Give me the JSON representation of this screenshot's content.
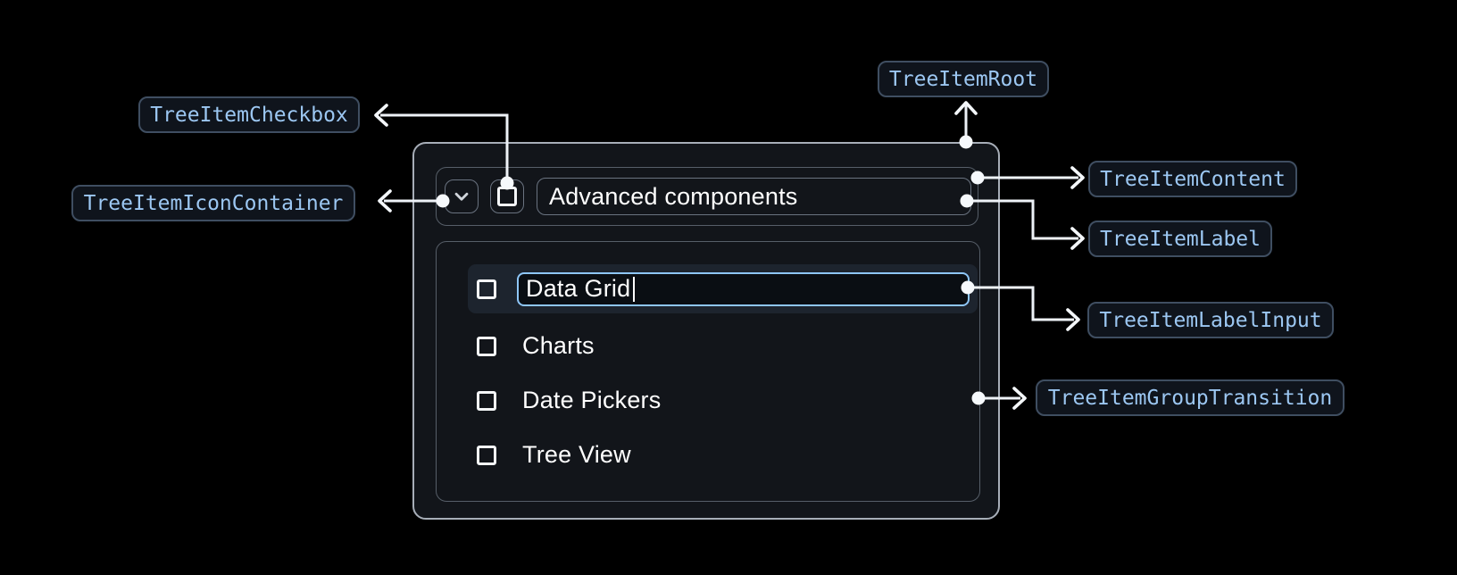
{
  "annotations": {
    "root": {
      "label": "TreeItemRoot"
    },
    "checkbox": {
      "label": "TreeItemCheckbox"
    },
    "icon_container": {
      "label": "TreeItemIconContainer"
    },
    "content": {
      "label": "TreeItemContent"
    },
    "label": {
      "label": "TreeItemLabel"
    },
    "label_input": {
      "label": "TreeItemLabelInput"
    },
    "group_transition": {
      "label": "TreeItemGroupTransition"
    }
  },
  "tree": {
    "header": {
      "label": "Advanced components",
      "expanded": true,
      "checkbox_checked": false,
      "expand_icon": "chevron-down-icon",
      "checkbox_icon": "checkbox-unchecked-icon"
    },
    "label_input": {
      "value": "Data Grid"
    },
    "items": [
      {
        "label": "Data Grid",
        "state": "editing",
        "checkbox_checked": false
      },
      {
        "label": "Charts",
        "checkbox_checked": false
      },
      {
        "label": "Date Pickers",
        "checkbox_checked": false
      },
      {
        "label": "Tree View",
        "checkbox_checked": false
      }
    ]
  },
  "colors": {
    "background": "#000000",
    "panel_fill": "#12151a",
    "panel_border": "#a7aeb8",
    "inner_border": "#565e68",
    "control_border": "#6a7380",
    "row_highlight": "#1d242e",
    "input_border": "#8ec6f8",
    "input_fill": "#0a0e13",
    "pill_fill": "#0f141c",
    "pill_border": "#3f4e61",
    "pill_text": "#9cc7f2",
    "connector": "#eef2f7",
    "text": "#ffffff"
  }
}
